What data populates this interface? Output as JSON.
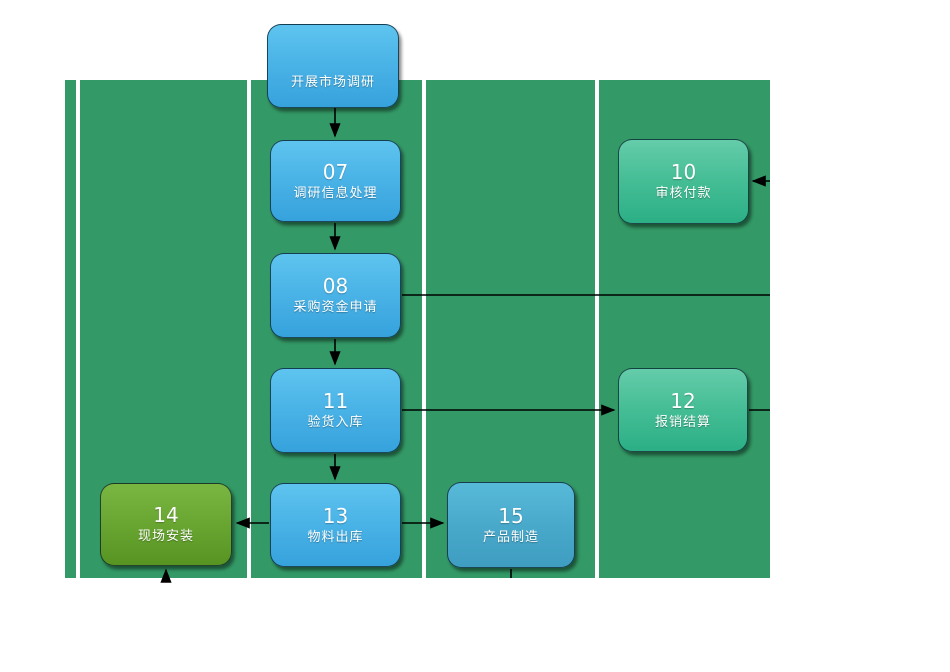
{
  "diagram": {
    "type": "swimlane-flowchart",
    "colors": {
      "page_background": "#ffffff",
      "lane_background": "#339966",
      "lane_divider": "#ffffff",
      "node_blue_top": "#5ec4ef",
      "node_blue_bottom": "#36a2dc",
      "node_teal_top": "#65ccaa",
      "node_teal_bottom": "#2caf85",
      "node_green_top": "#7ab642",
      "node_green_bottom": "#579422",
      "node_tealblue_top": "#58bad9",
      "node_tealblue_bottom": "#3e9dc0",
      "connector": "#000000",
      "node_text": "#ffffff"
    },
    "nodes": [
      {
        "id": "market-research",
        "number": "",
        "label": "开展市场调研",
        "style": "blue"
      },
      {
        "id": "research-info-processing",
        "number": "07",
        "label": "调研信息处理",
        "style": "blue"
      },
      {
        "id": "procurement-fund-request",
        "number": "08",
        "label": "采购资金申请",
        "style": "blue"
      },
      {
        "id": "goods-inspection-storage",
        "number": "11",
        "label": "验货入库",
        "style": "blue"
      },
      {
        "id": "material-outbound",
        "number": "13",
        "label": "物料出库",
        "style": "blue"
      },
      {
        "id": "onsite-installation",
        "number": "14",
        "label": "现场安装",
        "style": "green"
      },
      {
        "id": "product-manufacturing",
        "number": "15",
        "label": "产品制造",
        "style": "tealblue"
      },
      {
        "id": "payment-review",
        "number": "10",
        "label": "审核付款",
        "style": "teal"
      },
      {
        "id": "reimbursement-settlement",
        "number": "12",
        "label": "报销结算",
        "style": "teal"
      }
    ],
    "edges": [
      {
        "from": "market-research",
        "to": "research-info-processing",
        "arrow": true,
        "points": [
          [
            335,
            108
          ],
          [
            335,
            136
          ]
        ]
      },
      {
        "from": "research-info-processing",
        "to": "procurement-fund-request",
        "arrow": true,
        "points": [
          [
            335,
            223
          ],
          [
            335,
            249
          ]
        ]
      },
      {
        "from": "procurement-fund-request",
        "to": "goods-inspection-storage",
        "arrow": true,
        "points": [
          [
            335,
            339
          ],
          [
            335,
            364
          ]
        ]
      },
      {
        "from": "goods-inspection-storage",
        "to": "material-outbound",
        "arrow": true,
        "points": [
          [
            335,
            454
          ],
          [
            335,
            479
          ]
        ]
      },
      {
        "from": "material-outbound",
        "to": "onsite-installation",
        "arrow": true,
        "points": [
          [
            269,
            523
          ],
          [
            237,
            523
          ]
        ]
      },
      {
        "from": "material-outbound",
        "to": "product-manufacturing",
        "arrow": true,
        "points": [
          [
            402,
            523
          ],
          [
            443,
            523
          ]
        ]
      },
      {
        "from": "procurement-fund-request",
        "to": "edge-of-view-right",
        "arrow": false,
        "points": [
          [
            402,
            295
          ],
          [
            770,
            295
          ]
        ]
      },
      {
        "from": "goods-inspection-storage",
        "to": "reimbursement-settlement",
        "arrow": true,
        "points": [
          [
            402,
            410
          ],
          [
            614,
            410
          ]
        ]
      },
      {
        "from": "reimbursement-settlement",
        "to": "edge-of-view-right",
        "arrow": false,
        "points": [
          [
            749,
            410
          ],
          [
            770,
            410
          ]
        ]
      },
      {
        "from": "edge-of-view-right",
        "to": "payment-review",
        "arrow": true,
        "points": [
          [
            770,
            181
          ],
          [
            753,
            181
          ]
        ]
      },
      {
        "from": "edge-of-view-bottom",
        "to": "onsite-installation",
        "arrow": true,
        "points": [
          [
            166,
            578
          ],
          [
            166,
            570
          ]
        ]
      },
      {
        "from": "product-manufacturing",
        "to": "edge-of-view-bottom",
        "arrow": false,
        "points": [
          [
            511,
            569
          ],
          [
            511,
            578
          ]
        ]
      }
    ]
  }
}
